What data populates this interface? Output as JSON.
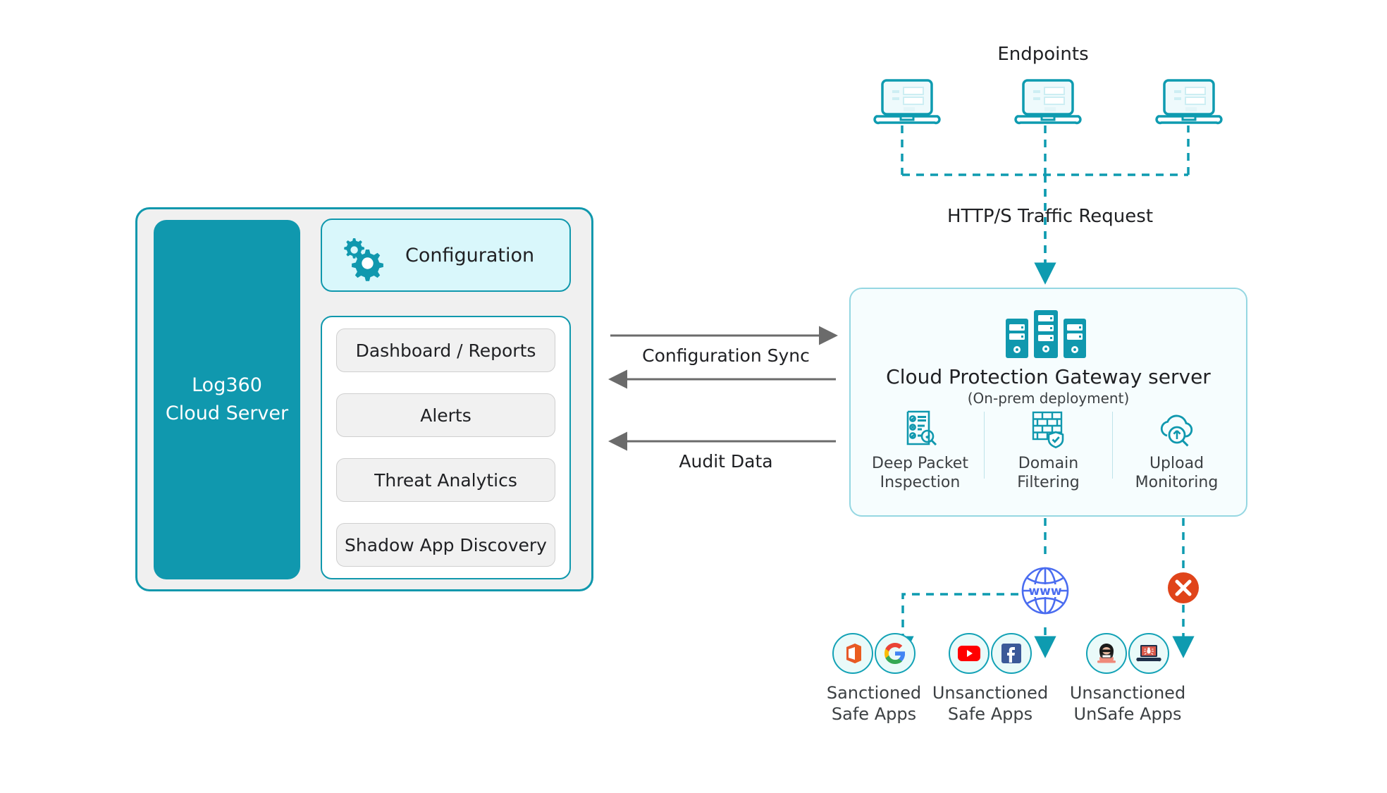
{
  "left_panel": {
    "server_name": "Log360\nCloud Server",
    "server_line1": "Log360",
    "server_line2": "Cloud Server",
    "configuration": {
      "label": "Configuration",
      "icon": "gears-icon"
    },
    "modules": [
      {
        "label": "Dashboard / Reports"
      },
      {
        "label": "Alerts"
      },
      {
        "label": "Threat Analytics"
      },
      {
        "label": "Shadow App Discovery"
      }
    ]
  },
  "flows": {
    "configuration_sync": "Configuration Sync",
    "audit_data": "Audit Data",
    "http_traffic": "HTTP/S Traffic Request"
  },
  "endpoints": {
    "title": "Endpoints",
    "devices": [
      {
        "icon": "laptop-icon"
      },
      {
        "icon": "laptop-icon"
      },
      {
        "icon": "laptop-icon"
      }
    ]
  },
  "gateway": {
    "title": "Cloud Protection Gateway server",
    "subtitle": "(On-prem deployment)",
    "icon": "server-rack-icon",
    "features": [
      {
        "icon": "deep-packet-inspection-icon",
        "line1": "Deep Packet",
        "line2": "Inspection"
      },
      {
        "icon": "firewall-shield-icon",
        "line1": "Domain",
        "line2": "Filtering"
      },
      {
        "icon": "cloud-upload-search-icon",
        "line1": "Upload",
        "line2": "Monitoring"
      }
    ]
  },
  "internet": {
    "icon": "globe-www-icon",
    "label": "www"
  },
  "blocked_badge": {
    "icon": "red-x-icon"
  },
  "app_groups": [
    {
      "id": "sanctioned-safe-apps",
      "line1": "Sanctioned",
      "line2": "Safe Apps",
      "apps": [
        {
          "icon": "microsoft-office-icon"
        },
        {
          "icon": "google-icon"
        }
      ]
    },
    {
      "id": "unsanctioned-safe-apps",
      "line1": "Unsanctioned",
      "line2": "Safe Apps",
      "apps": [
        {
          "icon": "youtube-icon"
        },
        {
          "icon": "facebook-icon"
        }
      ]
    },
    {
      "id": "unsanctioned-unsafe-apps",
      "line1": "Unsanctioned",
      "line2": "UnSafe Apps",
      "apps": [
        {
          "icon": "hacker-icon"
        },
        {
          "icon": "malware-laptop-icon"
        }
      ]
    }
  ],
  "colors": {
    "teal": "#1098ae",
    "teal_border": "#1098ad",
    "light_cyan": "#d9f7fb",
    "panel_gray": "#f0f0f0",
    "gateway_bg": "#f6fdfe",
    "gateway_border": "#95d7e2",
    "dashed_line": "#0e9bb0",
    "arrow_gray": "#6b6b6b",
    "globe_blue": "#4a6cf0",
    "block_red": "#e0441a"
  }
}
